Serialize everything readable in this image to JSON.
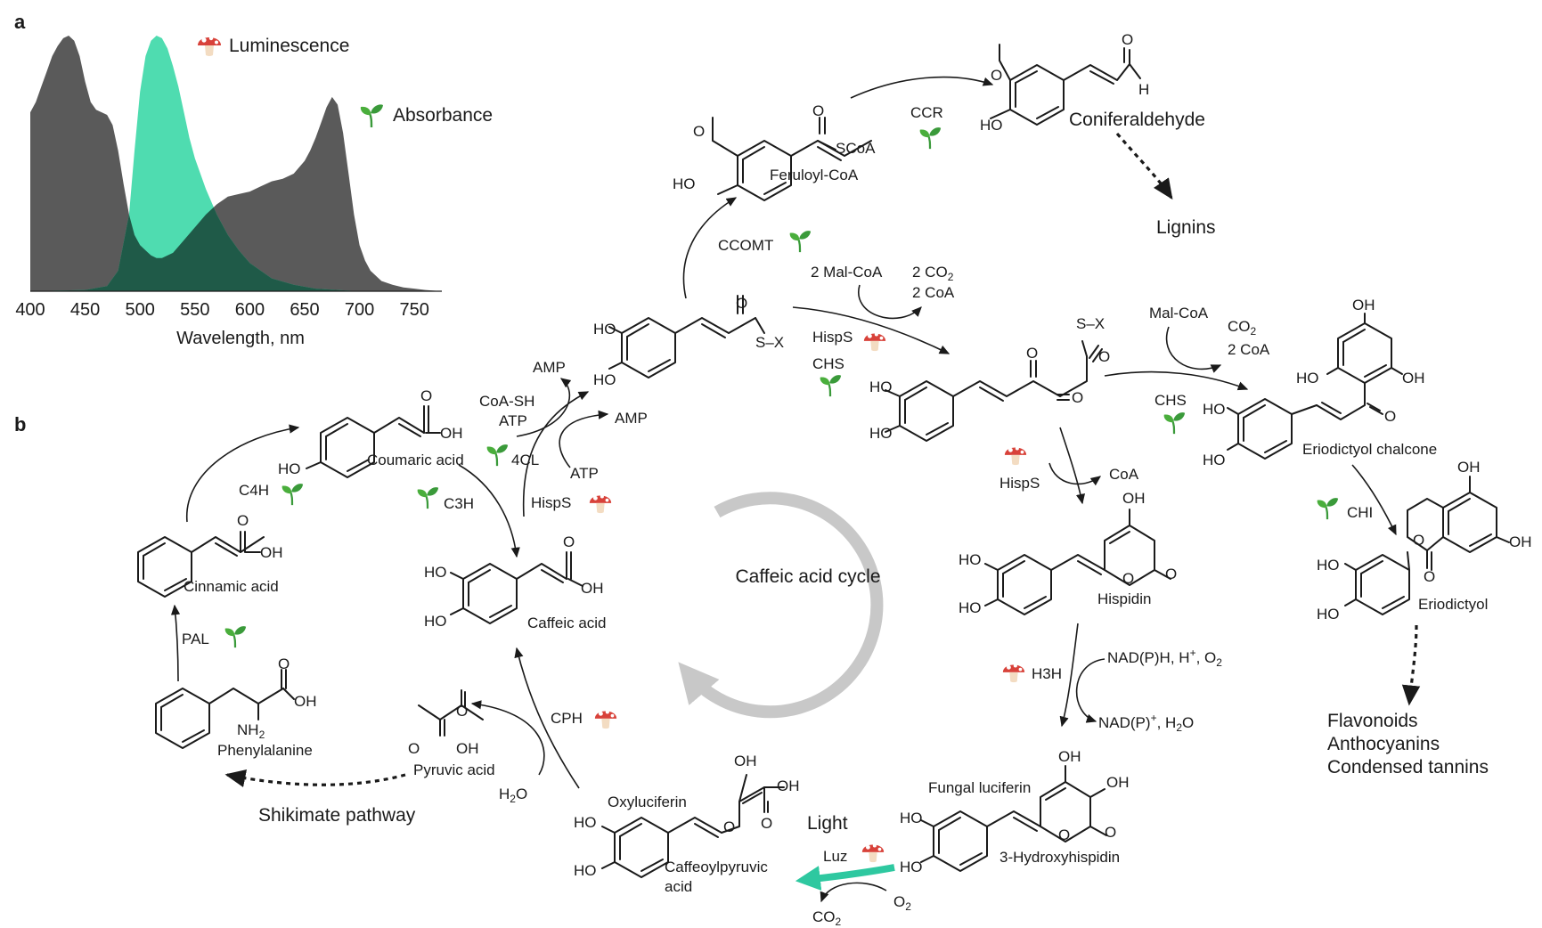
{
  "panel_a": {
    "label": "a",
    "chart_data": {
      "type": "area",
      "xlabel": "Wavelength, nm",
      "x_ticks": [
        400,
        450,
        500,
        550,
        600,
        650,
        700,
        750
      ],
      "xlim": [
        400,
        775
      ],
      "ylim": [
        0,
        1
      ],
      "legend": {
        "placement": "top-right"
      },
      "series": [
        {
          "name": "Absorbance",
          "icon": "sprout-icon",
          "color": "#5a5a5a",
          "x": [
            400,
            405,
            410,
            415,
            420,
            425,
            430,
            435,
            440,
            445,
            450,
            455,
            460,
            465,
            470,
            475,
            480,
            485,
            490,
            495,
            500,
            505,
            510,
            515,
            520,
            530,
            540,
            550,
            560,
            570,
            580,
            590,
            600,
            610,
            620,
            630,
            640,
            650,
            655,
            660,
            665,
            670,
            675,
            680,
            685,
            690,
            695,
            700,
            705,
            710,
            720,
            730,
            740,
            750,
            760,
            775
          ],
          "y": [
            0.7,
            0.74,
            0.8,
            0.86,
            0.92,
            0.96,
            0.99,
            1.0,
            0.98,
            0.92,
            0.82,
            0.74,
            0.71,
            0.7,
            0.69,
            0.65,
            0.55,
            0.42,
            0.3,
            0.22,
            0.18,
            0.16,
            0.14,
            0.13,
            0.13,
            0.15,
            0.2,
            0.25,
            0.3,
            0.34,
            0.37,
            0.38,
            0.39,
            0.41,
            0.43,
            0.44,
            0.46,
            0.51,
            0.55,
            0.6,
            0.66,
            0.72,
            0.76,
            0.73,
            0.62,
            0.46,
            0.3,
            0.18,
            0.12,
            0.08,
            0.04,
            0.025,
            0.015,
            0.01,
            0.005,
            0.0
          ]
        },
        {
          "name": "Luminescence",
          "icon": "mushroom-icon",
          "color": "#4fdcb0",
          "x": [
            400,
            450,
            470,
            480,
            490,
            495,
            500,
            505,
            510,
            515,
            520,
            525,
            530,
            535,
            540,
            545,
            550,
            560,
            570,
            580,
            590,
            600,
            610,
            620,
            640,
            660,
            680,
            700,
            775
          ],
          "y": [
            0.0,
            0.005,
            0.02,
            0.08,
            0.3,
            0.55,
            0.78,
            0.92,
            0.98,
            1.0,
            0.99,
            0.95,
            0.88,
            0.8,
            0.7,
            0.6,
            0.52,
            0.4,
            0.3,
            0.22,
            0.16,
            0.11,
            0.08,
            0.05,
            0.025,
            0.01,
            0.005,
            0.0,
            0.0
          ]
        }
      ]
    }
  },
  "panel_b": {
    "label": "b",
    "cycle_label": "Caffeic acid cycle",
    "compounds": {
      "feruloyl_coa": "Feruloyl-CoA",
      "coniferaldehyde": "Coniferaldehyde",
      "lignins": "Lignins",
      "coumaric_acid": "Coumaric acid",
      "cinnamic_acid": "Cinnamic acid",
      "caffeic_acid": "Caffeic acid",
      "phenylalanine": "Phenylalanine",
      "pyruvic_acid": "Pyruvic acid",
      "shikimate": "Shikimate pathway",
      "oxyluciferin": "Oxyluciferin",
      "caffeoylpyruvic_1": "Caffeoylpyruvic",
      "caffeoylpyruvic_2": "acid",
      "fungal_luciferin": "Fungal luciferin",
      "hydroxyhispidin": "3-Hydroxyhispidin",
      "hispidin": "Hispidin",
      "eriodictyol_chalcone": "Eriodictyol chalcone",
      "eriodictyol": "Eriodictyol",
      "flavonoids": "Flavonoids",
      "anthocyanins": "Anthocyanins",
      "tannins": "Condensed tannins"
    },
    "enzymes": {
      "ccr": "CCR",
      "ccomt": "CCOMT",
      "hisps_1": "HispS",
      "chs_1": "CHS",
      "chs_2": "CHS",
      "hisps_2": "HispS",
      "chi": "CHI",
      "h3h": "H3H",
      "c4h": "C4H",
      "c3h": "C3H",
      "fourcl": "4CL",
      "hisps_3": "HispS",
      "pal": "PAL",
      "cph": "CPH",
      "luz": "Luz"
    },
    "cofactors": {
      "mal_coa_2": "2 Mal-CoA",
      "co2_2_a": "2 CO",
      "co2_2_b": "2",
      "coa_2": "2 CoA",
      "mal_coa": "Mal-CoA",
      "co2_c_a": "CO",
      "co2_c_b": "2",
      "coa_2b": "2 CoA",
      "coa": "CoA",
      "amp_1": "AMP",
      "coa_sh": "CoA-SH",
      "atp_1": "ATP",
      "amp_2": "AMP",
      "atp_2": "ATP",
      "nadph_a": "NAD(P)H, H",
      "nadph_b": "+",
      "nadph_c": ", O",
      "nadph_d": "2",
      "nadp_a": "NAD(P)",
      "nadp_b": "+",
      "nadp_c": ", H",
      "nadp_d": "2",
      "nadp_e": "O",
      "h2o_a": "H",
      "h2o_b": "2",
      "h2o_c": "O",
      "light": "Light",
      "o2_a": "O",
      "o2_b": "2",
      "co2_l_a": "CO",
      "co2_l_b": "2"
    },
    "atoms": {
      "ho": "HO",
      "oh": "OH",
      "o": "O",
      "h": "H",
      "scoa": "SCoA",
      "sx": "S–X",
      "nh2_a": "NH",
      "nh2_b": "2"
    },
    "colors": {
      "luminescence": "#4fdcb0",
      "absorbance": "#5a5a5a",
      "overlap": "#1f5a48",
      "cycle_arrow": "#c8c8c8",
      "luz_arrow": "#2ec8a0",
      "mushroom": "#d8423a",
      "sprout": "#3a9a3a"
    }
  }
}
